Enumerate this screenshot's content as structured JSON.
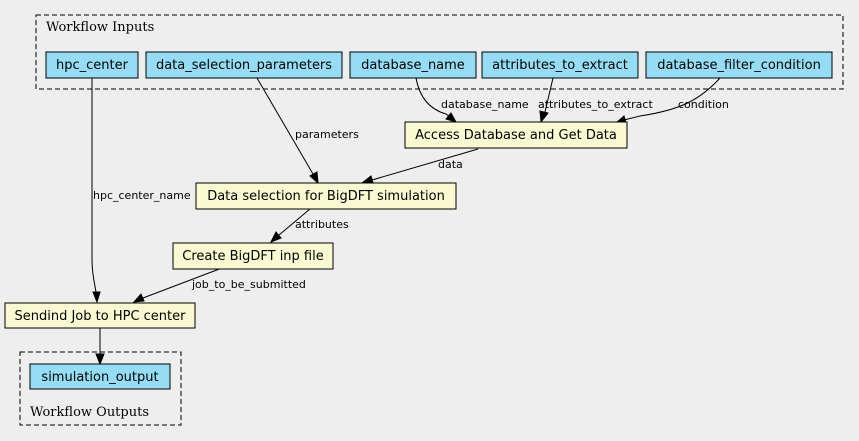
{
  "clusters": {
    "inputs_title": "Workflow Inputs",
    "outputs_title": "Workflow Outputs"
  },
  "inputs": {
    "hpc_center": "hpc_center",
    "data_selection_parameters": "data_selection_parameters",
    "database_name": "database_name",
    "attributes_to_extract": "attributes_to_extract",
    "database_filter_condition": "database_filter_condition"
  },
  "steps": {
    "access_db": "Access Database and Get Data",
    "data_selection": "Data selection for BigDFT simulation",
    "create_inp": "Create BigDFT inp file",
    "send_job": "Sendind Job to HPC center"
  },
  "outputs": {
    "simulation_output": "simulation_output"
  },
  "edges": {
    "database_name": "database_name",
    "attributes_to_extract": "attributes_to_extract",
    "condition": "condition",
    "parameters": "parameters",
    "data": "data",
    "hpc_center_name": "hpc_center_name",
    "attributes": "attributes",
    "job_to_be_submitted": "job_to_be_submitted"
  },
  "colors": {
    "background": "#eeeeee",
    "input_fill": "#94ddf4",
    "step_fill": "#fafad2"
  }
}
